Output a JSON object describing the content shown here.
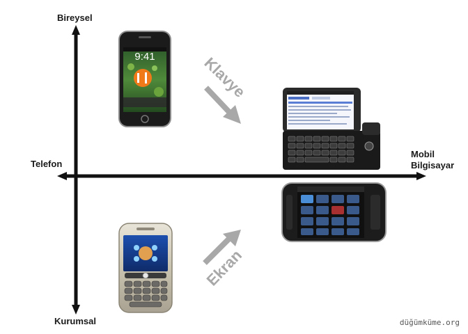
{
  "axes": {
    "top": "Bireysel",
    "bottom": "Kurumsal",
    "left": "Telefon",
    "right_line1": "Mobil",
    "right_line2": "Bilgisayar"
  },
  "arrows": {
    "upper": "Klavye",
    "lower": "Ekran"
  },
  "phones": {
    "iphone": {
      "clock": "9:41"
    }
  },
  "watermark": "düğümküme.org"
}
